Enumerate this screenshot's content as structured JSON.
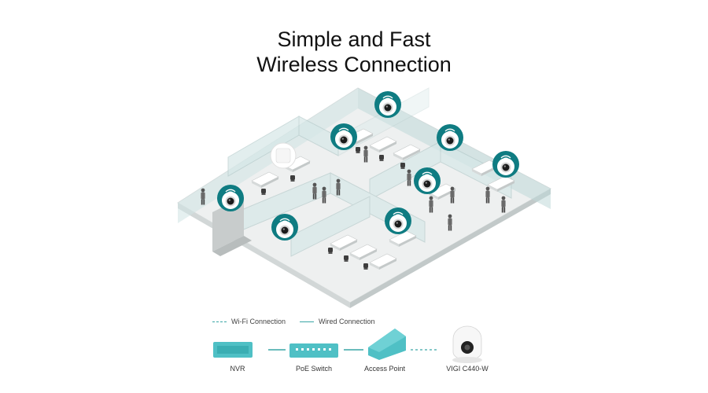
{
  "title": {
    "line1": "Simple and Fast",
    "line2": "Wireless Connection"
  },
  "legend": {
    "wifi": "Wi-Fi Connection",
    "wired": "Wired Connection"
  },
  "devices": {
    "nvr": "NVR",
    "poe_switch": "PoE Switch",
    "access_point": "Access Point",
    "camera": "VIGI C440-W"
  },
  "colors": {
    "accent": "#0f7c82",
    "device_teal": "#4fc0c5",
    "floor": "#e9ecec",
    "wall": "#cfe3e3"
  },
  "icons": {
    "camera_badge": "wifi-camera-icon",
    "access_point": "wifi-access-point-icon"
  }
}
